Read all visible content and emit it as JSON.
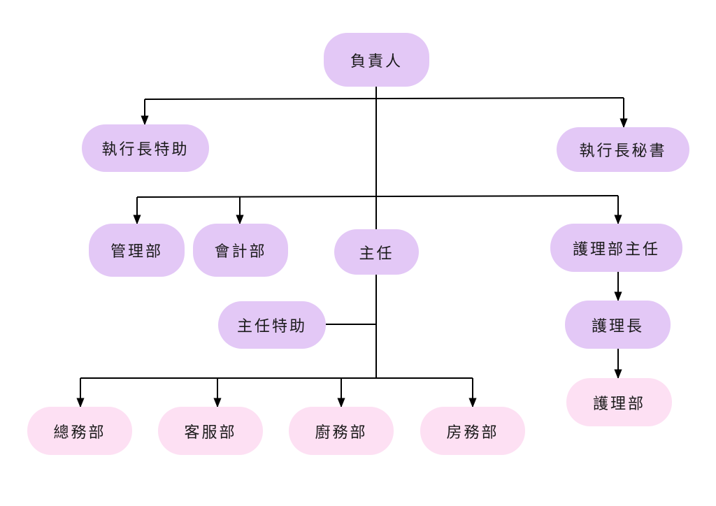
{
  "colors": {
    "primary_node": "#e3c8f6",
    "secondary_node": "#fde0f3",
    "connector": "#000000"
  },
  "org": {
    "head": "負責人",
    "ceo_assistant": "執行長特助",
    "ceo_secretary": "執行長秘書",
    "management_dept": "管理部",
    "accounting_dept": "會計部",
    "director": "主任",
    "nursing_director": "護理部主任",
    "director_assistant": "主任特助",
    "head_nurse": "護理長",
    "nursing_dept": "護理部",
    "general_affairs_dept": "總務部",
    "customer_service_dept": "客服部",
    "kitchen_dept": "廚務部",
    "housekeeping_dept": "房務部"
  }
}
